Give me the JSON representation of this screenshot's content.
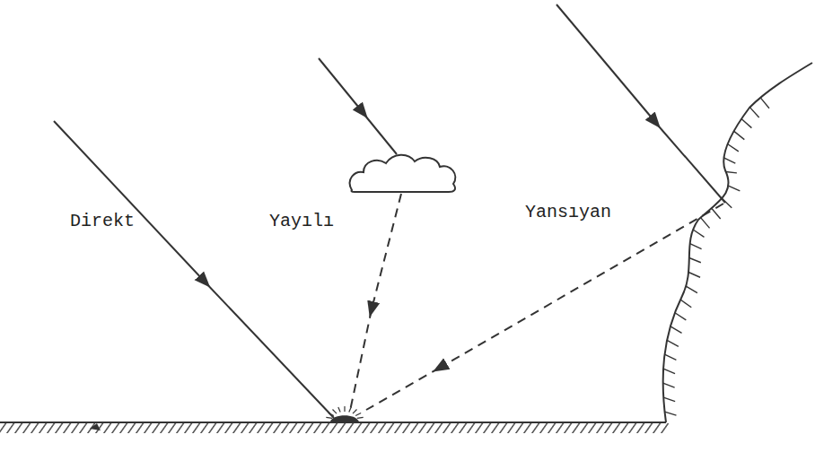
{
  "diagram": {
    "labels": [
      "Direkt",
      "Yayılı",
      "Yansıyan"
    ]
  }
}
